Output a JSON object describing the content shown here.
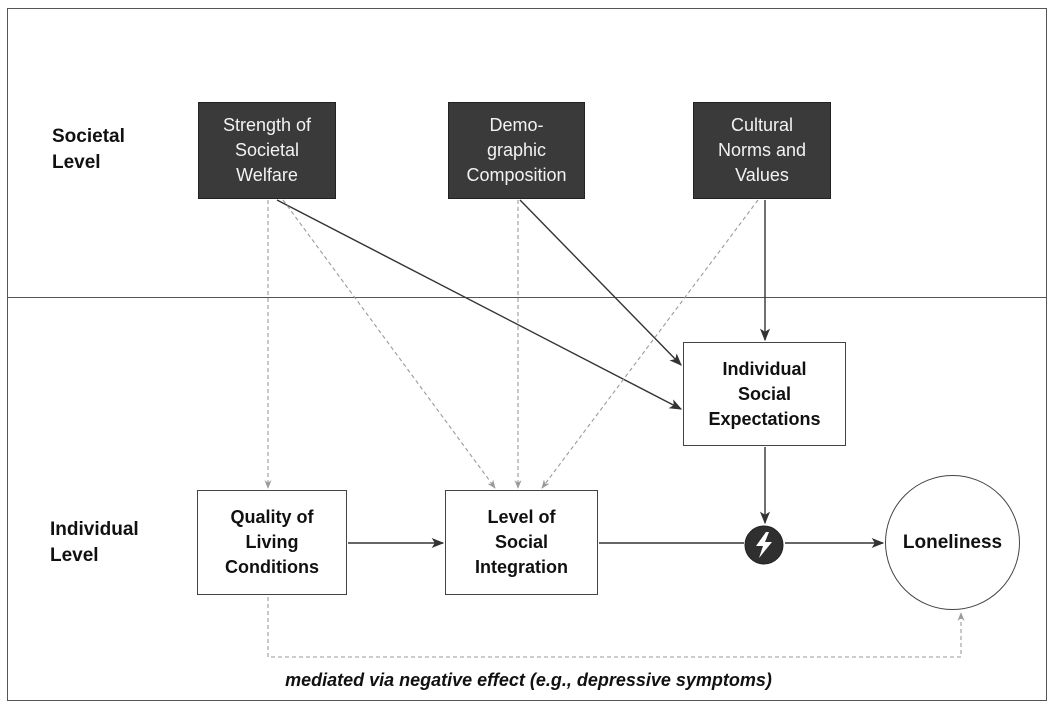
{
  "levels": {
    "societal": "Societal\nLevel",
    "individual": "Individual\nLevel"
  },
  "societal_boxes": {
    "welfare": "Strength of\nSocietal\nWelfare",
    "demographic": "Demo-\ngraphic\nComposition",
    "cultural": "Cultural\nNorms and\nValues"
  },
  "individual_boxes": {
    "expectations": "Individual\nSocial\nExpectations",
    "living": "Quality of\nLiving\nConditions",
    "integration": "Level of\nSocial\nIntegration"
  },
  "outcome": "Loneliness",
  "caption": "mediated via negative effect (e.g., depressive symptoms)",
  "colors": {
    "dark_box": "#3a3a3a",
    "dark_text": "#f2f2f2",
    "line": "#333333",
    "dashed_line": "#9a9a9a",
    "node_dark": "#2f2f2f"
  }
}
